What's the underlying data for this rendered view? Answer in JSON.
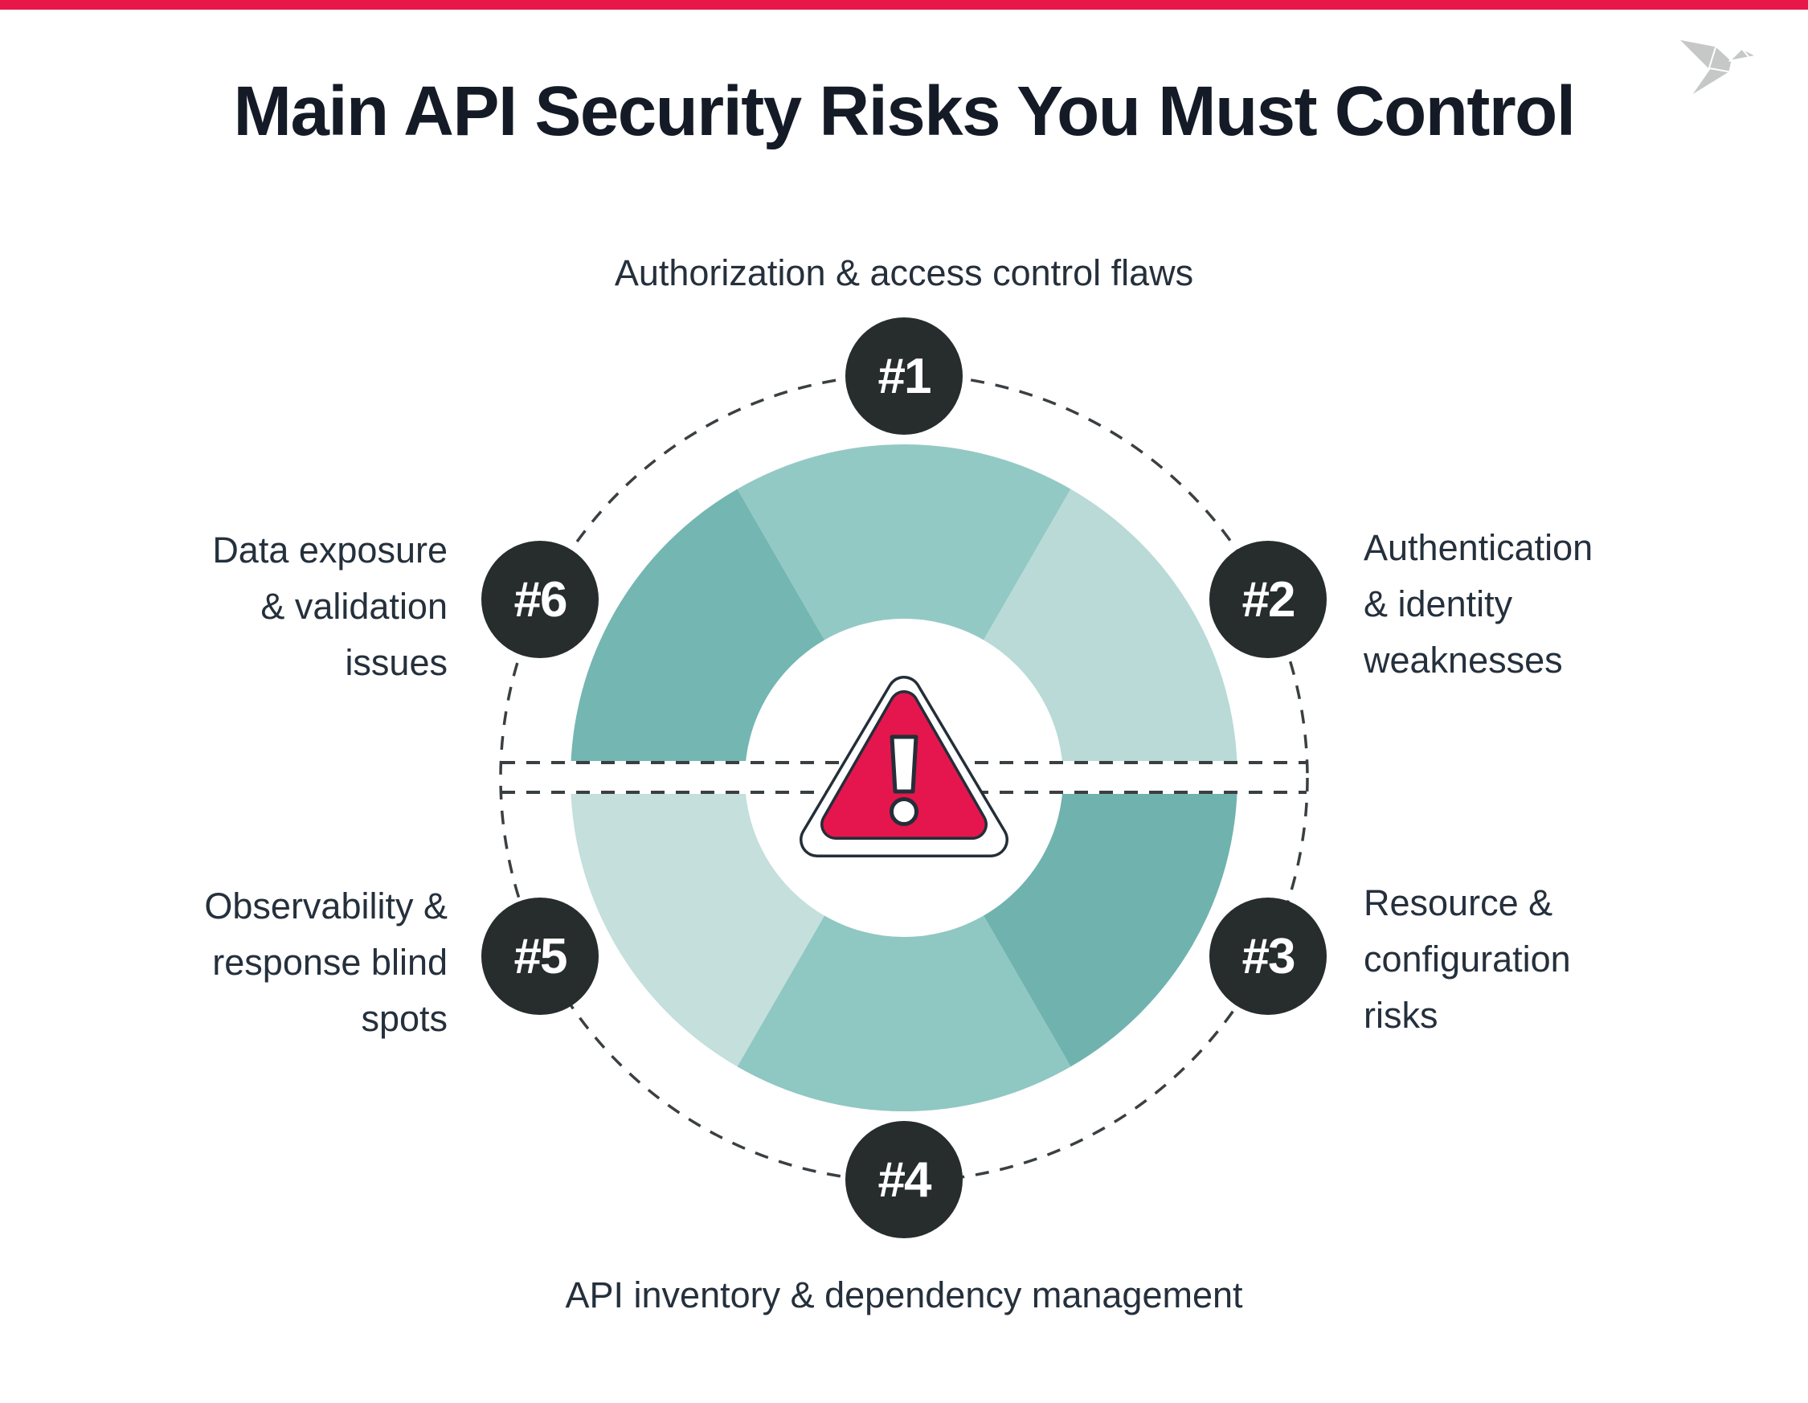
{
  "page": {
    "background": "#ffffff",
    "top_bar_color": "#e8174a",
    "text_color": "#25303c"
  },
  "title": {
    "text": "Main API Security Risks You Must Control",
    "color": "#141b26"
  },
  "logo": {
    "icon": "origami-bird-logo",
    "color": "#c6c8c8"
  },
  "diagram": {
    "type": "donut-cycle",
    "center_icon": "warning-triangle-icon",
    "accent_red": "#e5164d",
    "ink_color": "#242e38",
    "badge_bg": "#272c2c",
    "badge_text_color": "#ffffff",
    "dash_color": "#3a3f42",
    "items": [
      {
        "number": "#1",
        "position": "top",
        "label": "Authorization & access control flaws",
        "lines": [
          "Authorization & access control flaws"
        ],
        "segment_color": "#93c9c4"
      },
      {
        "number": "#2",
        "position": "right-upper",
        "label": "Authentication & identity weaknesses",
        "lines": [
          "Authentication",
          "& identity",
          "weaknesses"
        ],
        "segment_color": "#b9dad6"
      },
      {
        "number": "#3",
        "position": "right-lower",
        "label": "Resource & configuration risks",
        "lines": [
          "Resource &",
          "configuration",
          "risks"
        ],
        "segment_color": "#70b3ae"
      },
      {
        "number": "#4",
        "position": "bottom",
        "label": "API inventory & dependency management",
        "lines": [
          "API inventory & dependency management"
        ],
        "segment_color": "#8fc7c2"
      },
      {
        "number": "#5",
        "position": "left-lower",
        "label": "Observability & response blind spots",
        "lines": [
          "Observability &",
          "response blind",
          "spots"
        ],
        "segment_color": "#c4dfdc"
      },
      {
        "number": "#6",
        "position": "left-upper",
        "label": "Data exposure & validation issues",
        "lines": [
          "Data exposure",
          "& validation",
          "issues"
        ],
        "segment_color": "#74b6b1"
      }
    ]
  }
}
